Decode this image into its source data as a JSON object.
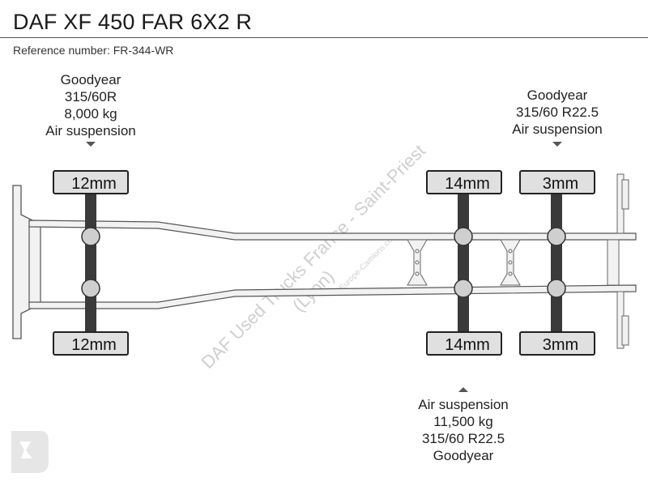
{
  "header": {
    "title": "DAF XF 450 FAR 6X2 R",
    "reference": "Reference number: FR-344-WR"
  },
  "front_axle_spec": [
    "Goodyear",
    "315/60R",
    "8,000 kg",
    "Air suspension"
  ],
  "rear_axle_top_spec": [
    "Goodyear",
    "315/60 R22.5",
    "Air suspension"
  ],
  "drive_axle_spec": [
    "Air suspension",
    "11,500 kg",
    "315/60 R22.5",
    "Goodyear"
  ],
  "tires": {
    "front_top": "12mm",
    "front_bottom": "12mm",
    "drive_top": "14mm",
    "drive_bottom": "14mm",
    "rear_top": "3mm",
    "rear_bottom": "3mm"
  },
  "watermark": {
    "line1": "DAF Used Trucks France - Saint-Priest",
    "line2": "(Lyon)",
    "small": "©Europe-Camions.com"
  },
  "colors": {
    "axle": "#3a3a3a",
    "tire_fill": "#e0e0e0",
    "frame_fill": "#f2f2f2",
    "stroke": "#555555"
  }
}
